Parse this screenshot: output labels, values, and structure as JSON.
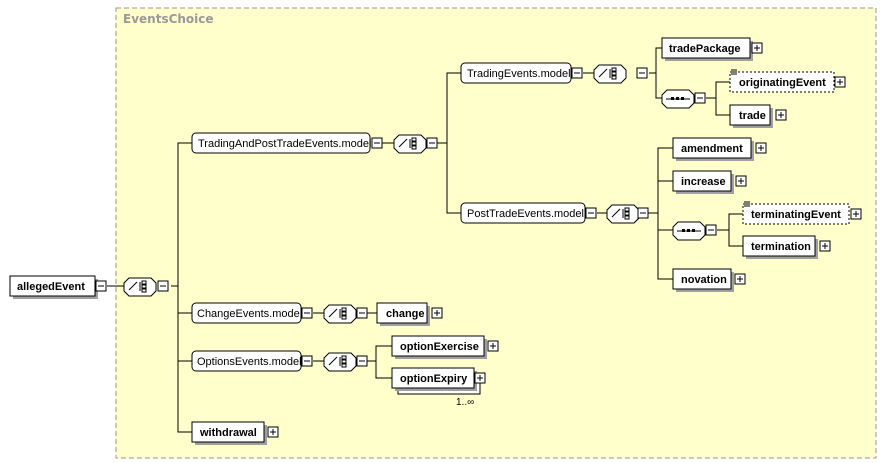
{
  "diagram": {
    "group_title": "EventsChoice",
    "root": {
      "label": "allegedEvent"
    },
    "groups": {
      "trading_and_post_trade": "TradingAndPostTradeEvents.model",
      "trading": "TradingEvents.model",
      "post_trade": "PostTradeEvents.model",
      "change_events": "ChangeEvents.model",
      "options_events": "OptionsEvents.model"
    },
    "elements": {
      "trade_package": "tradePackage",
      "originating_event": "originatingEvent",
      "trade": "trade",
      "amendment": "amendment",
      "increase": "increase",
      "terminating_event": "terminatingEvent",
      "termination": "termination",
      "novation": "novation",
      "change": "change",
      "option_exercise": "optionExercise",
      "option_expiry": "optionExpiry",
      "withdrawal": "withdrawal"
    },
    "cardinality": {
      "option_expiry": "1..∞"
    }
  }
}
